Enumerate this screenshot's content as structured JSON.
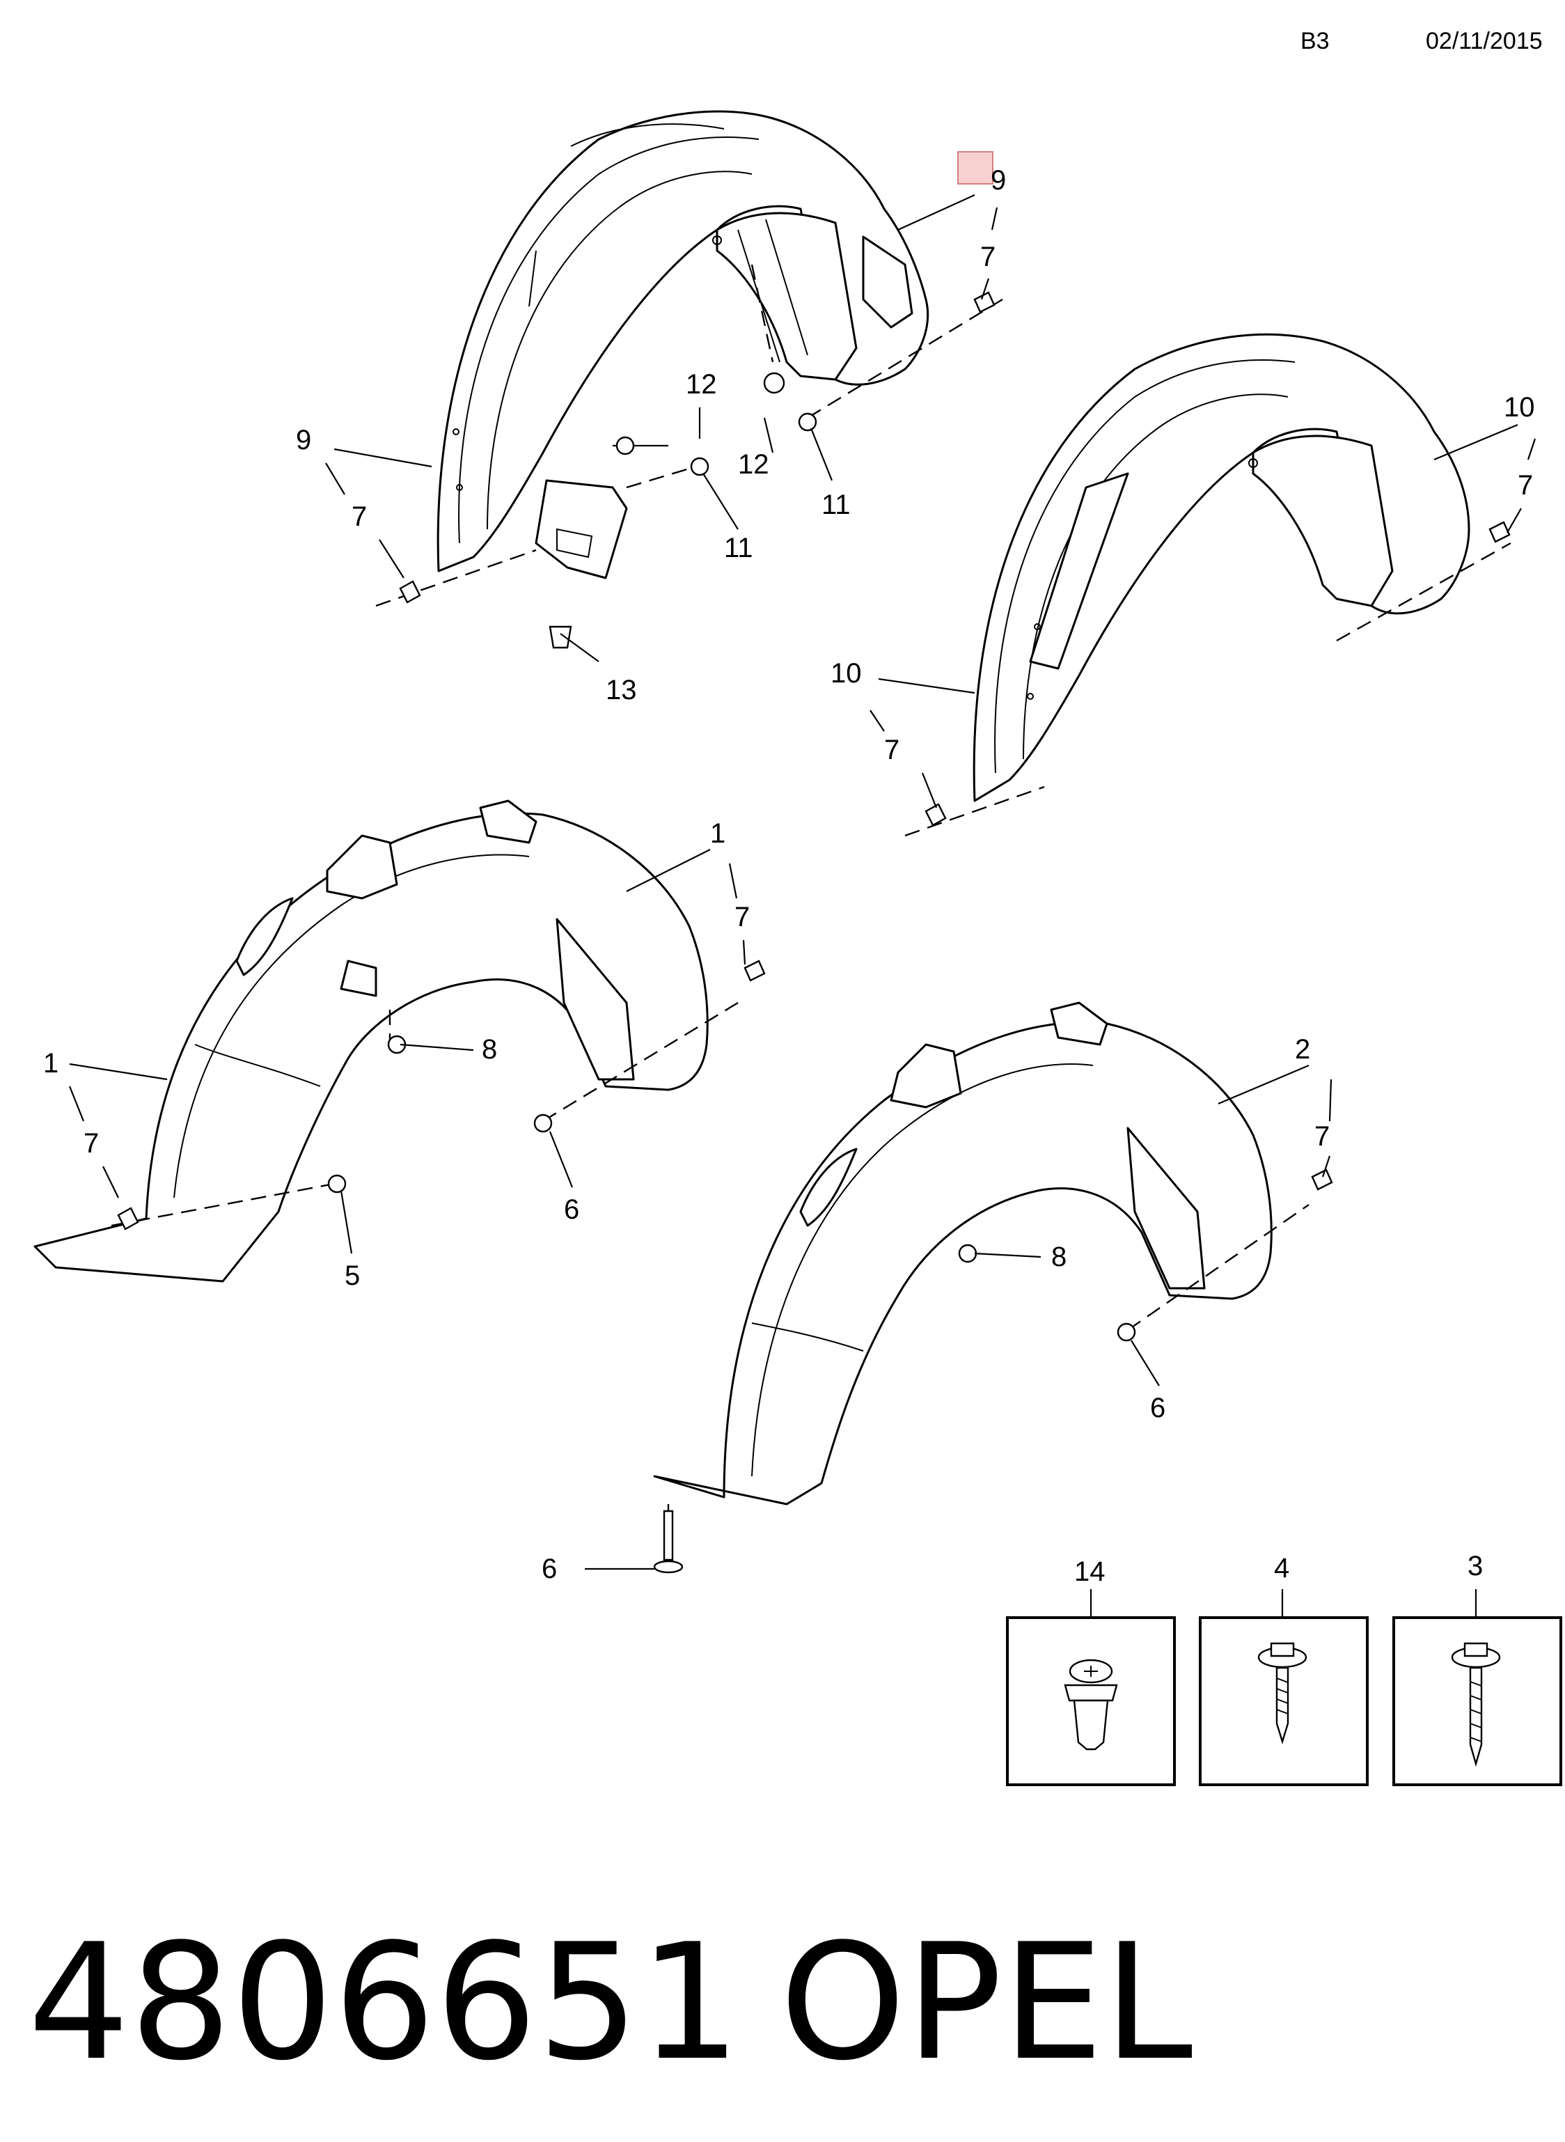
{
  "header": {
    "code": "B3",
    "date": "02/11/2015"
  },
  "callouts": {
    "c9_top": "9",
    "c7_top": "7",
    "c12_a": "12",
    "c12_b": "12",
    "c11_a": "11",
    "c11_b": "11",
    "c9_left": "9",
    "c7_left": "7",
    "c13": "13",
    "c10_right": "10",
    "c7_right": "7",
    "c10_left": "10",
    "c7_r_left": "7",
    "c1_top": "1",
    "c7_front": "7",
    "c1_left": "1",
    "c7_front_left": "7",
    "c8_a": "8",
    "c5": "5",
    "c6_a": "6",
    "c2": "2",
    "c7_b": "7",
    "c8_b": "8",
    "c6_b": "6",
    "c6_c": "6"
  },
  "legend_boxes": [
    {
      "number": "14",
      "part": "push-clip-icon"
    },
    {
      "number": "4",
      "part": "flange-screw-icon"
    },
    {
      "number": "3",
      "part": "long-flange-screw-icon"
    }
  ],
  "footer": {
    "part_number": "4806651",
    "brand": "OPEL"
  },
  "highlight_color": "#f9d0d0"
}
